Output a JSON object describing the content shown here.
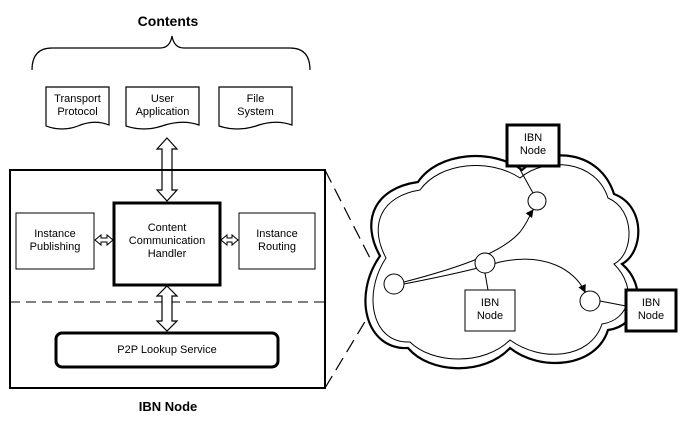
{
  "contents_label": "Contents",
  "content_types": [
    {
      "line1": "Transport",
      "line2": "Protocol"
    },
    {
      "line1": "User",
      "line2": "Application"
    },
    {
      "line1": "File",
      "line2": "System"
    }
  ],
  "ibn_node": {
    "title": "IBN Node",
    "cch": {
      "line1": "Content",
      "line2": "Communication",
      "line3": "Handler"
    },
    "instance_publishing": {
      "line1": "Instance",
      "line2": "Publishing"
    },
    "instance_routing": {
      "line1": "Instance",
      "line2": "Routing"
    },
    "p2p_lookup": "P2P Lookup Service"
  },
  "network_nodes": [
    {
      "line1": "IBN",
      "line2": "Node"
    },
    {
      "line1": "IBN",
      "line2": "Node"
    },
    {
      "line1": "IBN",
      "line2": "Node"
    }
  ]
}
